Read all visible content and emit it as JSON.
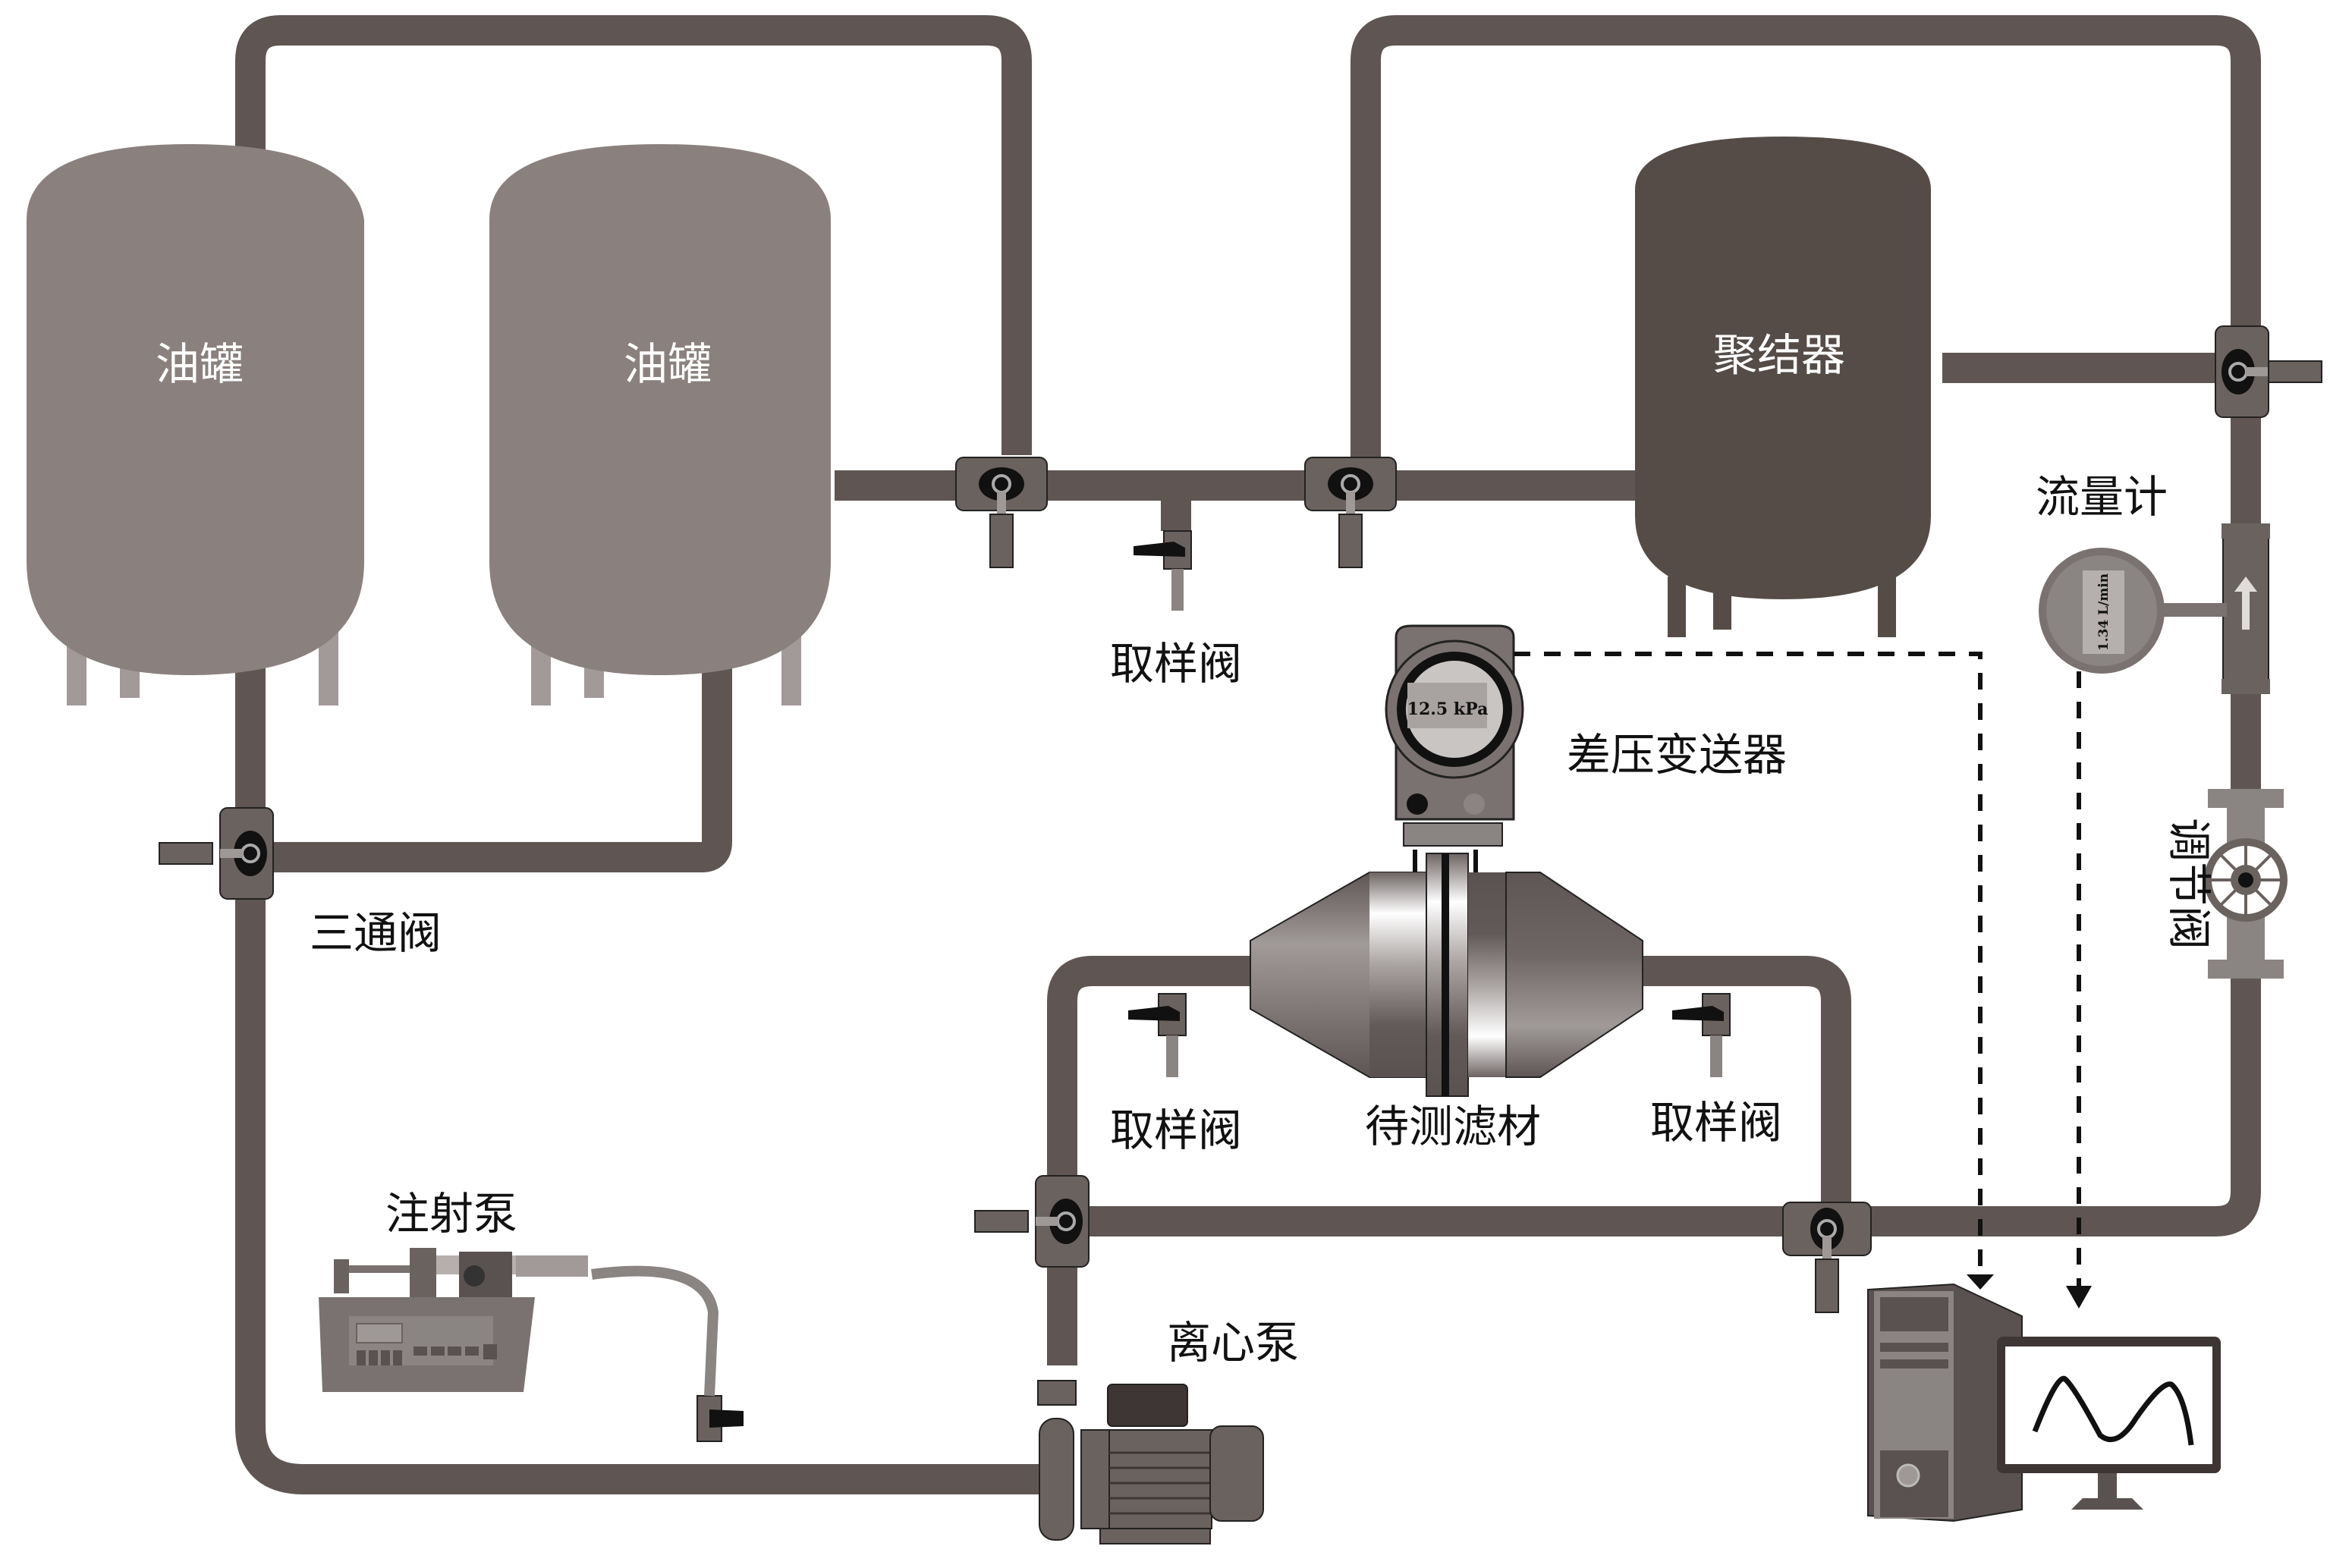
{
  "title": "油-水分离滤材测试系统示意图",
  "colors": {
    "pipe": "#5f5653",
    "tank": "#8a817e",
    "coalescer": "#554c48",
    "valve_body": "#6a625f",
    "valve_core": "#111111",
    "handle": "#9e9896",
    "background": "#ffffff",
    "text": "#111111"
  },
  "components": {
    "oil_tank_1": {
      "label": "油罐"
    },
    "oil_tank_2": {
      "label": "油罐"
    },
    "coalescer": {
      "label": "聚结器"
    },
    "three_way_valve": {
      "label": "三通阀"
    },
    "sampling_valve_top": {
      "label": "取样阀"
    },
    "sampling_valve_left": {
      "label": "取样阀"
    },
    "sampling_valve_right": {
      "label": "取样阀"
    },
    "test_filter": {
      "label": "待测滤材"
    },
    "dp_transmitter": {
      "label": "差压变送器",
      "reading": "12.5 kPa"
    },
    "flowmeter": {
      "label": "流量计",
      "reading": "1.34 L/min"
    },
    "regulating_valve": {
      "label": "调节阀"
    },
    "syringe_pump": {
      "label": "注射泵"
    },
    "centrifugal_pump": {
      "label": "离心泵"
    },
    "computer": {
      "label": ""
    }
  }
}
